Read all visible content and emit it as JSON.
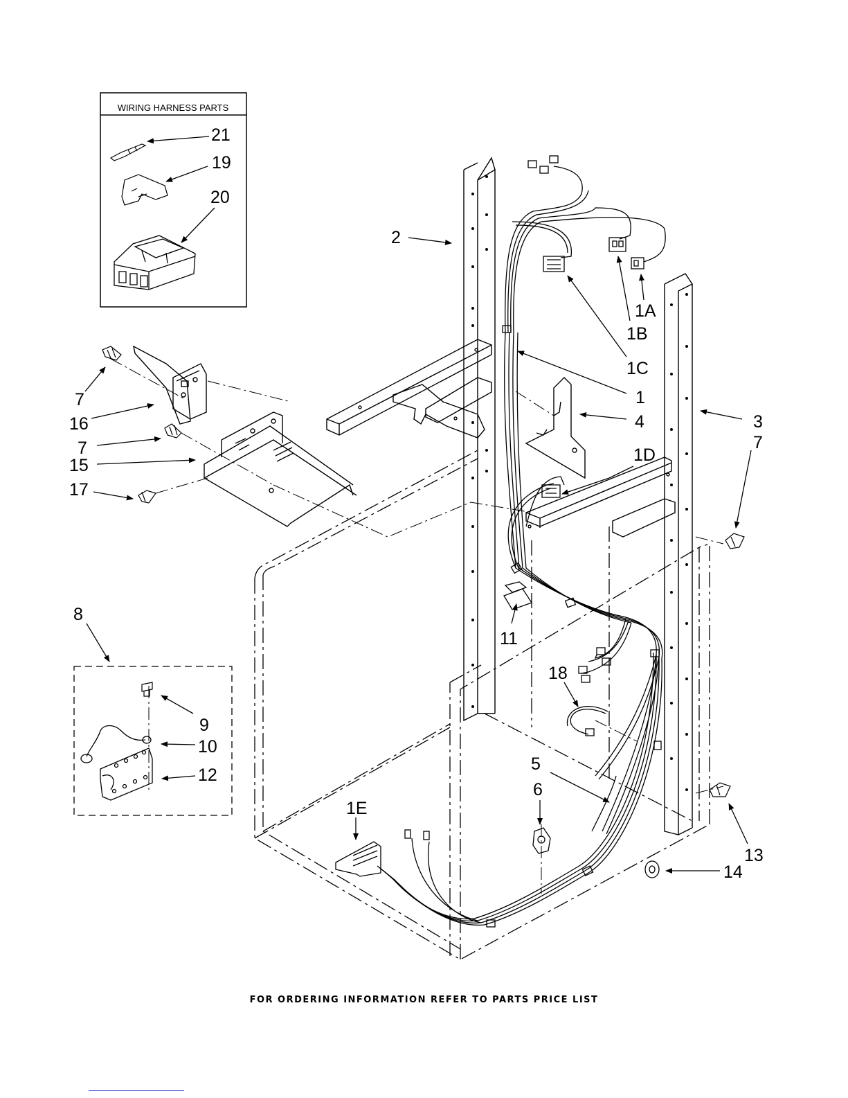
{
  "inset_box": {
    "title": "WIRING HARNESS PARTS",
    "labels": [
      "21",
      "19",
      "20"
    ]
  },
  "callouts": {
    "1": "1",
    "1A": "1A",
    "1B": "1B",
    "1C": "1C",
    "1D": "1D",
    "1E": "1E",
    "2": "2",
    "3": "3",
    "4": "4",
    "5": "5",
    "6": "6",
    "7": "7",
    "8": "8",
    "9": "9",
    "10": "10",
    "11": "11",
    "12": "12",
    "13": "13",
    "14": "14",
    "15": "15",
    "16": "16",
    "17": "17",
    "18": "18"
  },
  "footer_note": "FOR ORDERING INFORMATION REFER TO PARTS PRICE LIST"
}
